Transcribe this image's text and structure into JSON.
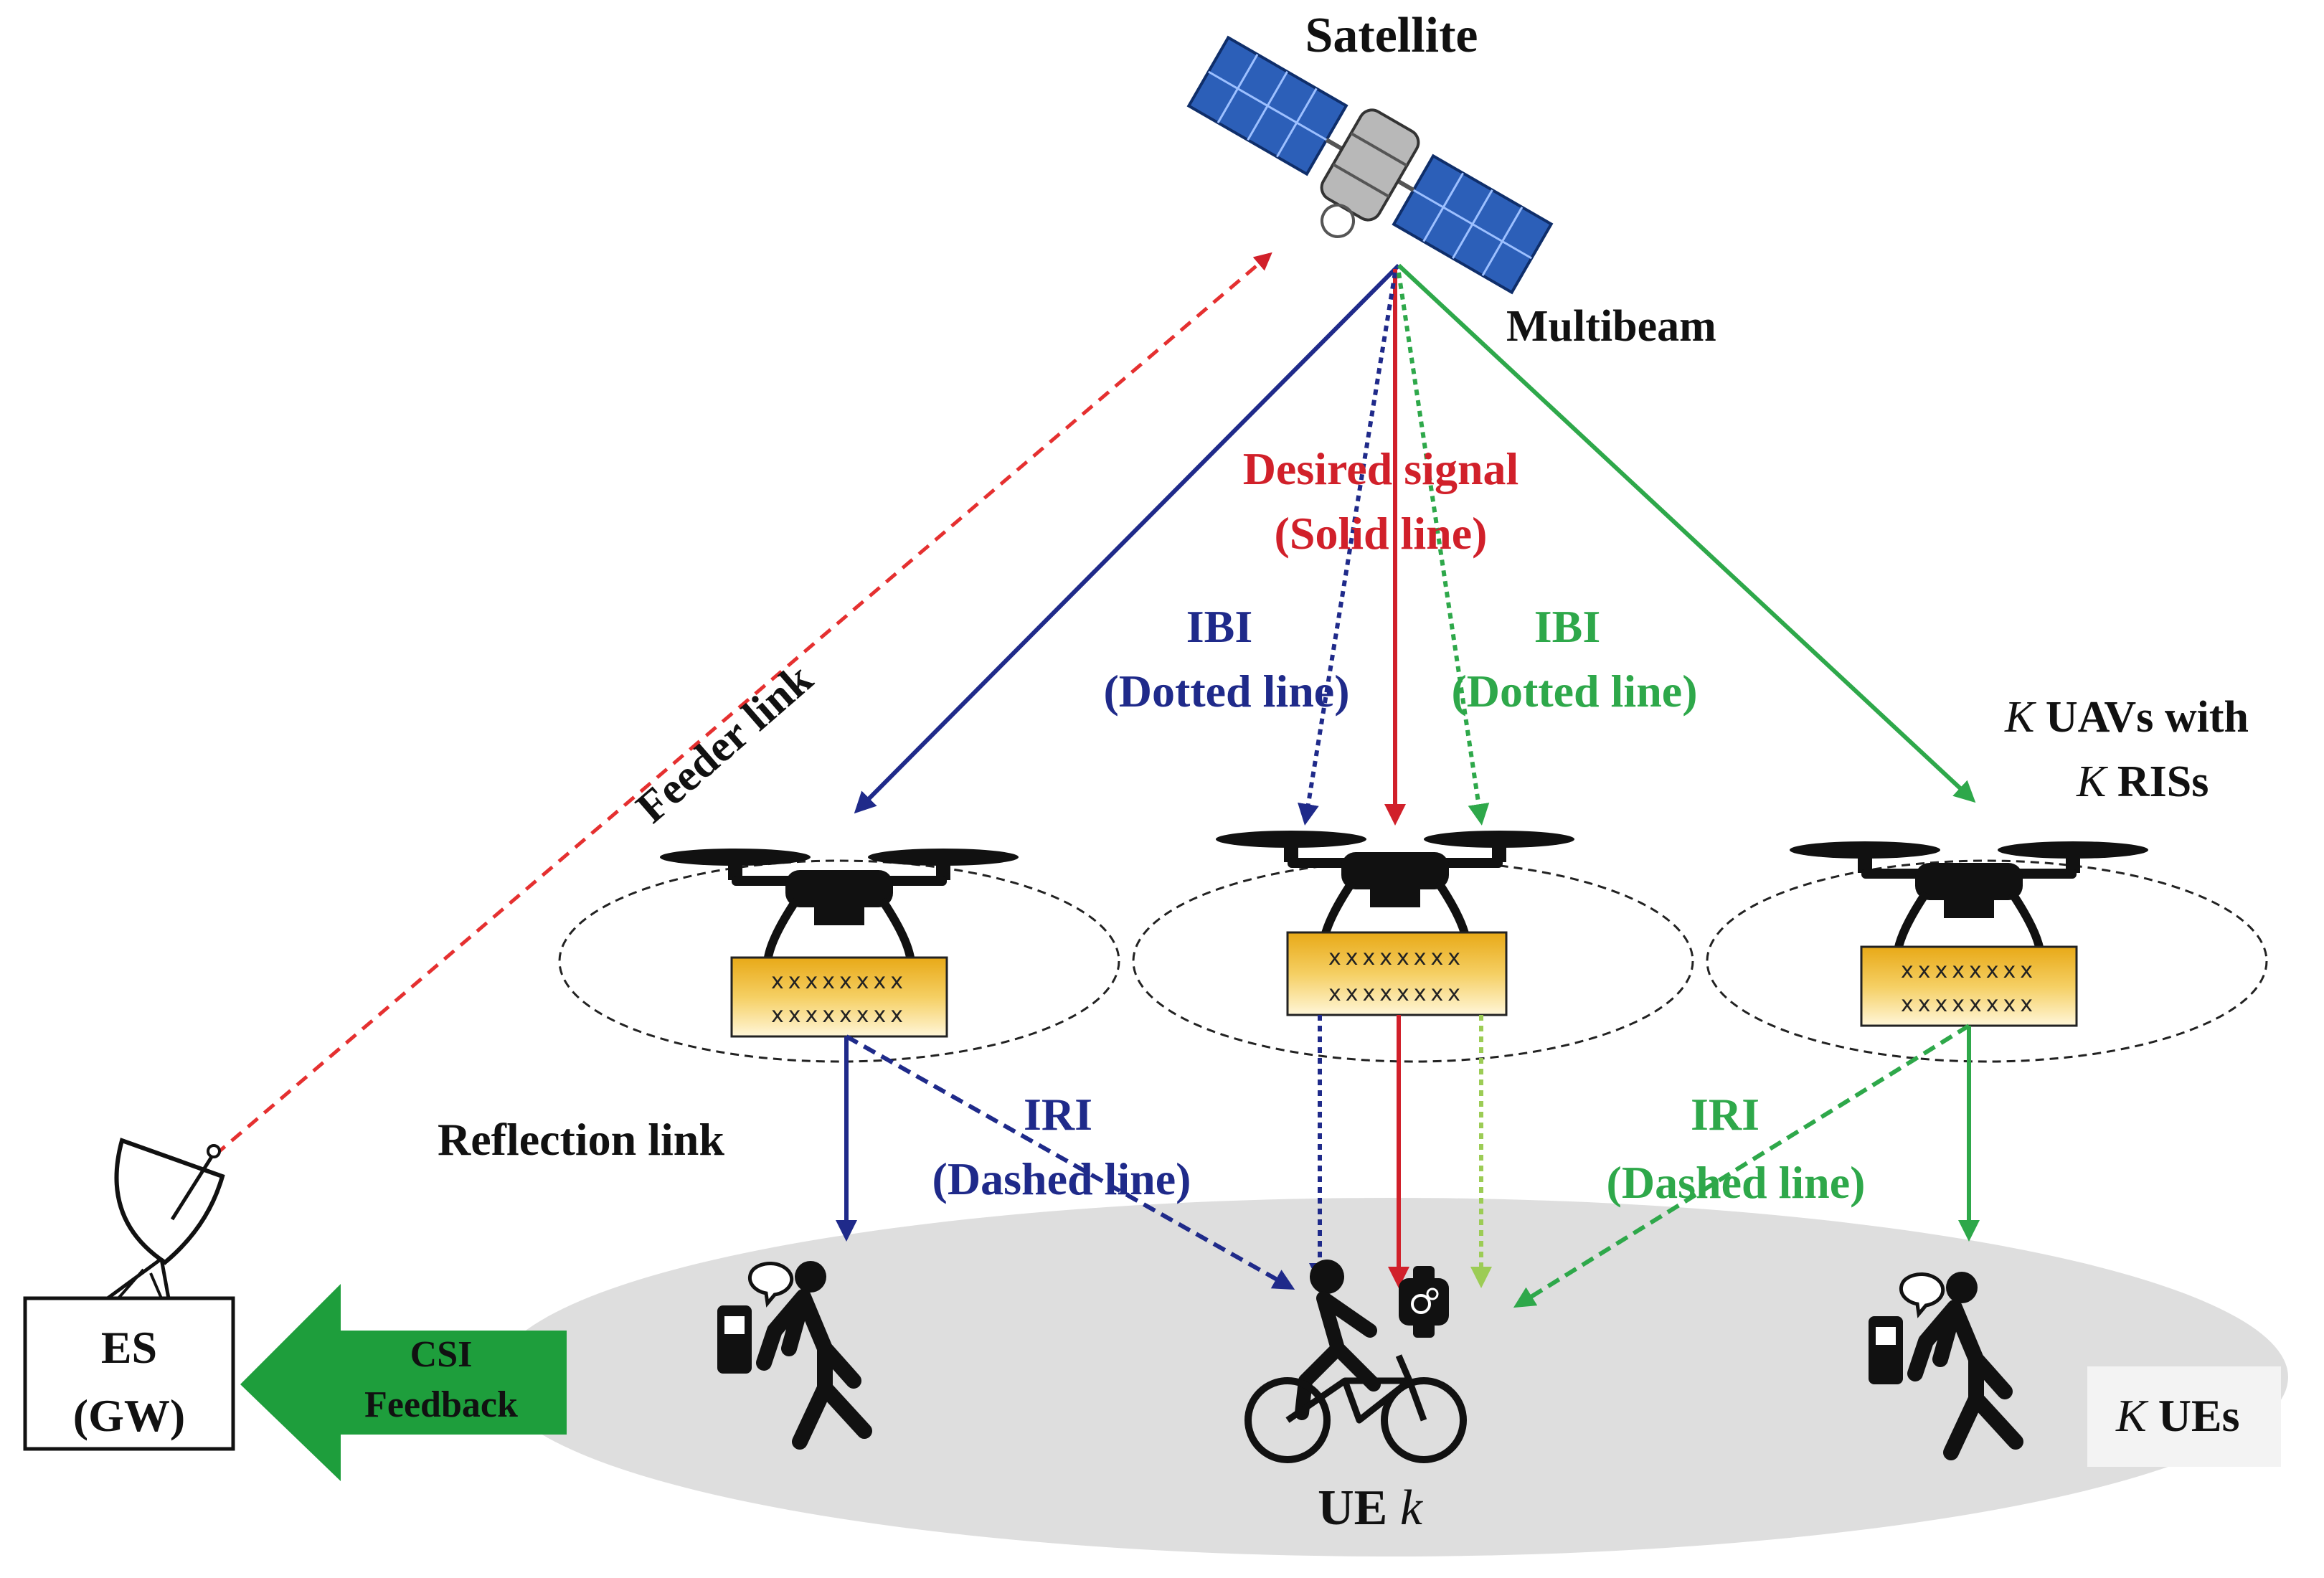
{
  "labels": {
    "satellite": "Satellite",
    "multibeam": "Multibeam",
    "desired_signal_1": "Desired signal",
    "desired_signal_2": "(Solid line)",
    "ibi_blue_1": "IBI",
    "ibi_blue_2": "(Dotted line)",
    "ibi_green_1": "IBI",
    "ibi_green_2": "(Dotted line)",
    "feeder_link": "Feeder link",
    "uav_k": "K",
    "uav_text": " UAVs with",
    "ris_k": "K",
    "ris_text": " RISs",
    "reflection_link": "Reflection link",
    "iri_blue_1": "IRI",
    "iri_blue_2": "(Dashed line)",
    "iri_green_1": "IRI",
    "iri_green_2": "(Dashed line)",
    "es_1": "ES",
    "es_2": "(GW)",
    "csi_1": "CSI",
    "csi_2": "Feedback",
    "ue_prefix": "UE ",
    "ue_k": "k",
    "kue_k": "K",
    "kue_text": " UEs",
    "ris_row": "xxxxxxxx"
  },
  "colors": {
    "blue": "#1f2a8a",
    "red": "#d1202a",
    "green": "#2ea84a",
    "light_green": "#9ccc55",
    "ground": "#dedede",
    "csi_arrow": "#1e9e3c"
  }
}
